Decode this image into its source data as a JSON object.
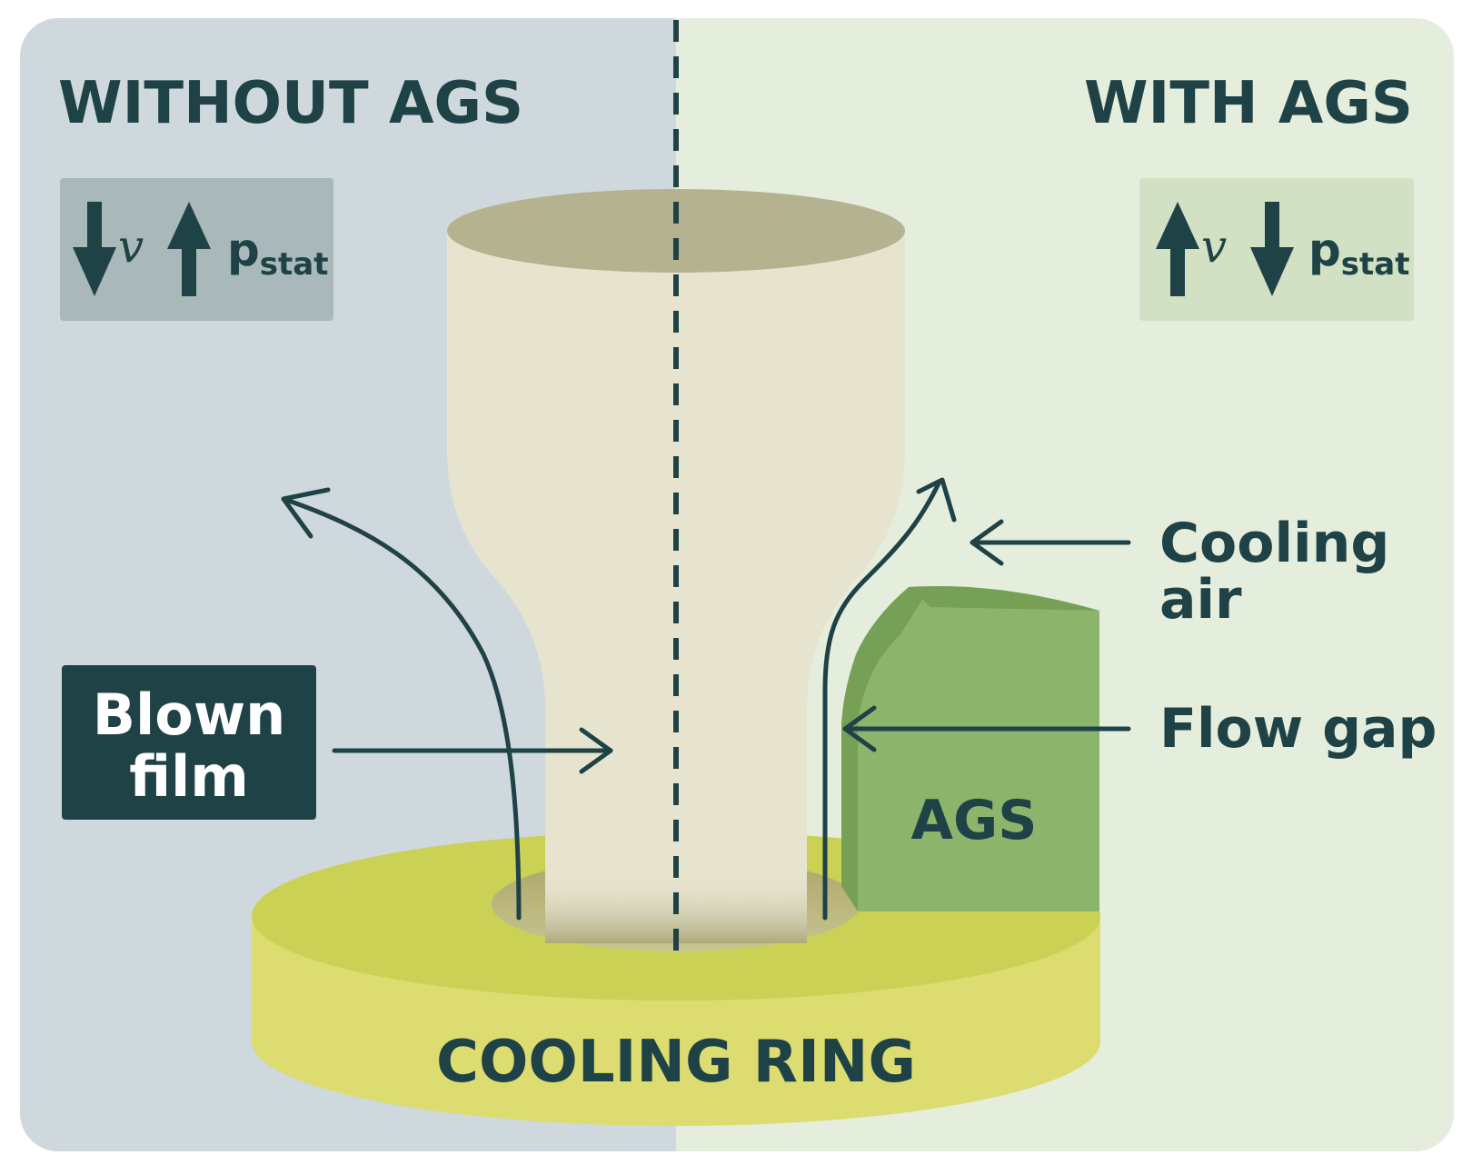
{
  "left_panel": {
    "title": "WITHOUT AGS",
    "indicator": {
      "velocity_symbol": "v",
      "velocity_direction": "down",
      "pressure_symbol": "p",
      "pressure_subscript": "stat",
      "pressure_direction": "up"
    }
  },
  "right_panel": {
    "title": "WITH AGS",
    "indicator": {
      "velocity_symbol": "v",
      "velocity_direction": "up",
      "pressure_symbol": "p",
      "pressure_subscript": "stat",
      "pressure_direction": "down"
    }
  },
  "labels": {
    "blown_film_line1": "Blown",
    "blown_film_line2": "film",
    "cooling_air_line1": "Cooling",
    "cooling_air_line2": "air",
    "flow_gap": "Flow gap",
    "ags": "AGS",
    "cooling_ring": "COOLING RING"
  },
  "colors": {
    "left_background": "#cfd8dc",
    "right_background": "#e5eedd",
    "indicator_left_box": "#a9b8b9",
    "indicator_right_box": "#d2e0c4",
    "film": "#e6e4cf",
    "film_top": "#b5b38f",
    "cooling_ring_top": "#cbd155",
    "cooling_ring_side": "#dcdc70",
    "ags_block": "#8db46b",
    "ags_side": "#76a055",
    "ink": "#1f4247"
  }
}
